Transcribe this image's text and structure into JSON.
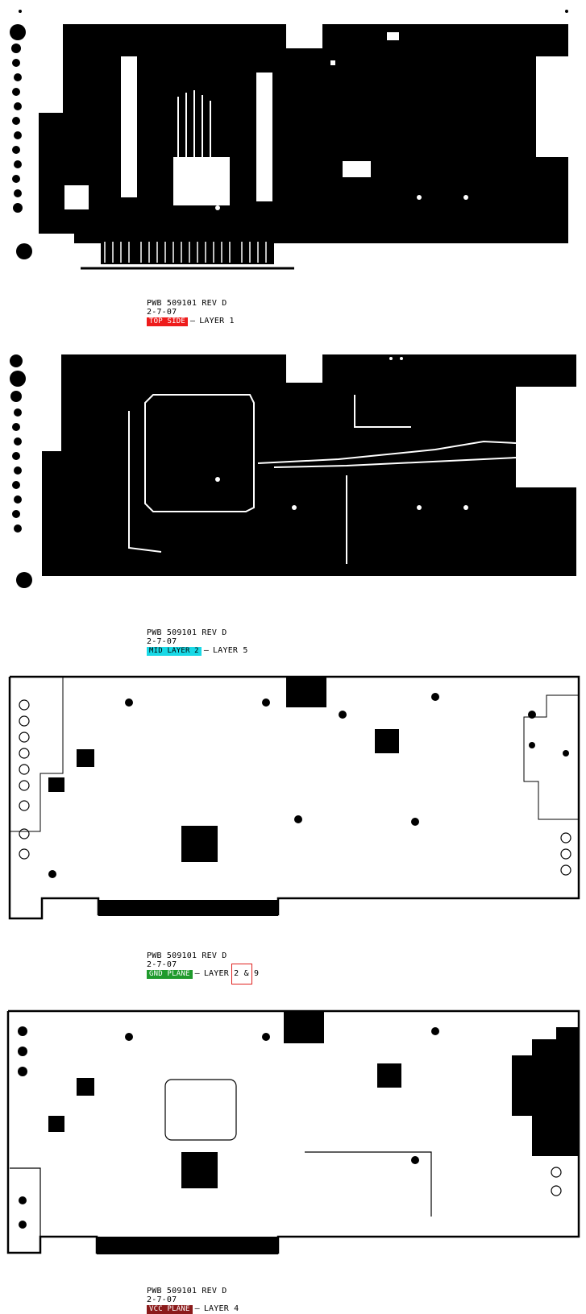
{
  "colors": {
    "copper": "#000000",
    "board_bg": "#ffffff",
    "highlight": "#e0221f"
  },
  "panels": [
    {
      "pwb": "PWB 509101 REV D",
      "date": "2-7-07",
      "tag": "TOP SIDE",
      "tag_color": "#ee1c1c",
      "tag_text_color": "#ffffff",
      "layer": "LAYER 1"
    },
    {
      "pwb": "PWB 509101 REV D",
      "date": "2-7-07",
      "tag": "MID LAYER 2",
      "tag_color": "#19d9e6",
      "tag_text_color": "#000000",
      "layer": "LAYER 5"
    },
    {
      "pwb": "PWB 509101 REV D",
      "date": "2-7-07",
      "tag": "GND PLANE",
      "tag_color": "#1f9a2c",
      "tag_text_color": "#ffffff",
      "layer": "LAYER 2 & 9"
    },
    {
      "pwb": "PWB 509101 REV D",
      "date": "2-7-07",
      "tag": "VCC PLANE",
      "tag_color": "#8b1a1a",
      "tag_text_color": "#ffffff",
      "layer": "LAYER 4"
    }
  ]
}
